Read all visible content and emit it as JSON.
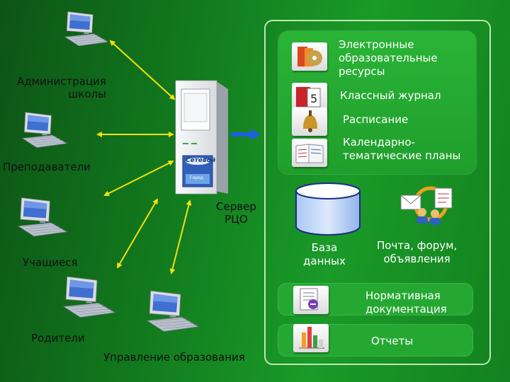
{
  "clients": {
    "administration": "Администрация\nшколы",
    "teachers": "Преподаватели",
    "students": "Учащиеся",
    "parents": "Родители",
    "education_dept": "Управление образования"
  },
  "server": {
    "label": "Сервер\nРЦО",
    "logo_text": "Сетевой",
    "logo_subtext": "Город"
  },
  "resources": [
    {
      "label": "Электронные\nобразовательные\nресурсы",
      "icon": "books-cd-icon"
    },
    {
      "label": "Классный журнал",
      "icon": "class-journal-icon"
    },
    {
      "label": "Расписание",
      "icon": "bell-icon"
    },
    {
      "label": "Календарно-\nтематические планы",
      "icon": "calendar-plan-icon"
    }
  ],
  "database": {
    "label": "База\nданных",
    "icon": "database-cylinder-icon"
  },
  "communication": {
    "label": "Почта, форум,\nобъявления",
    "icon": "mail-forum-icon"
  },
  "documents": {
    "label": "Нормативная\nдокументация",
    "icon": "document-icon"
  },
  "reports": {
    "label": "Отчеты",
    "icon": "bar-chart-icon"
  },
  "colors": {
    "background": "#127a1e",
    "connector": "#f2e20c",
    "server_arrow": "#1d5fe0",
    "text_white": "#ffffff",
    "text_dark": "#101010"
  }
}
